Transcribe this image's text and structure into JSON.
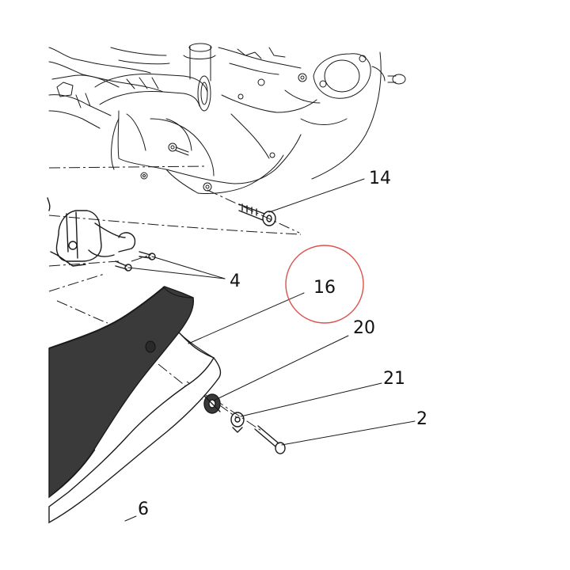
{
  "diagram": {
    "callouts": [
      {
        "id": "14",
        "label": "14"
      },
      {
        "id": "4",
        "label": "4"
      },
      {
        "id": "16",
        "label": "16"
      },
      {
        "id": "20",
        "label": "20"
      },
      {
        "id": "21",
        "label": "21"
      },
      {
        "id": "2",
        "label": "2"
      },
      {
        "id": "6",
        "label": "6"
      }
    ],
    "highlight": {
      "target": "16",
      "color": "#d9534f"
    },
    "colors": {
      "ink": "#1a1a1a",
      "panel_fill": "#3a3a3a",
      "background": "#ffffff"
    }
  }
}
